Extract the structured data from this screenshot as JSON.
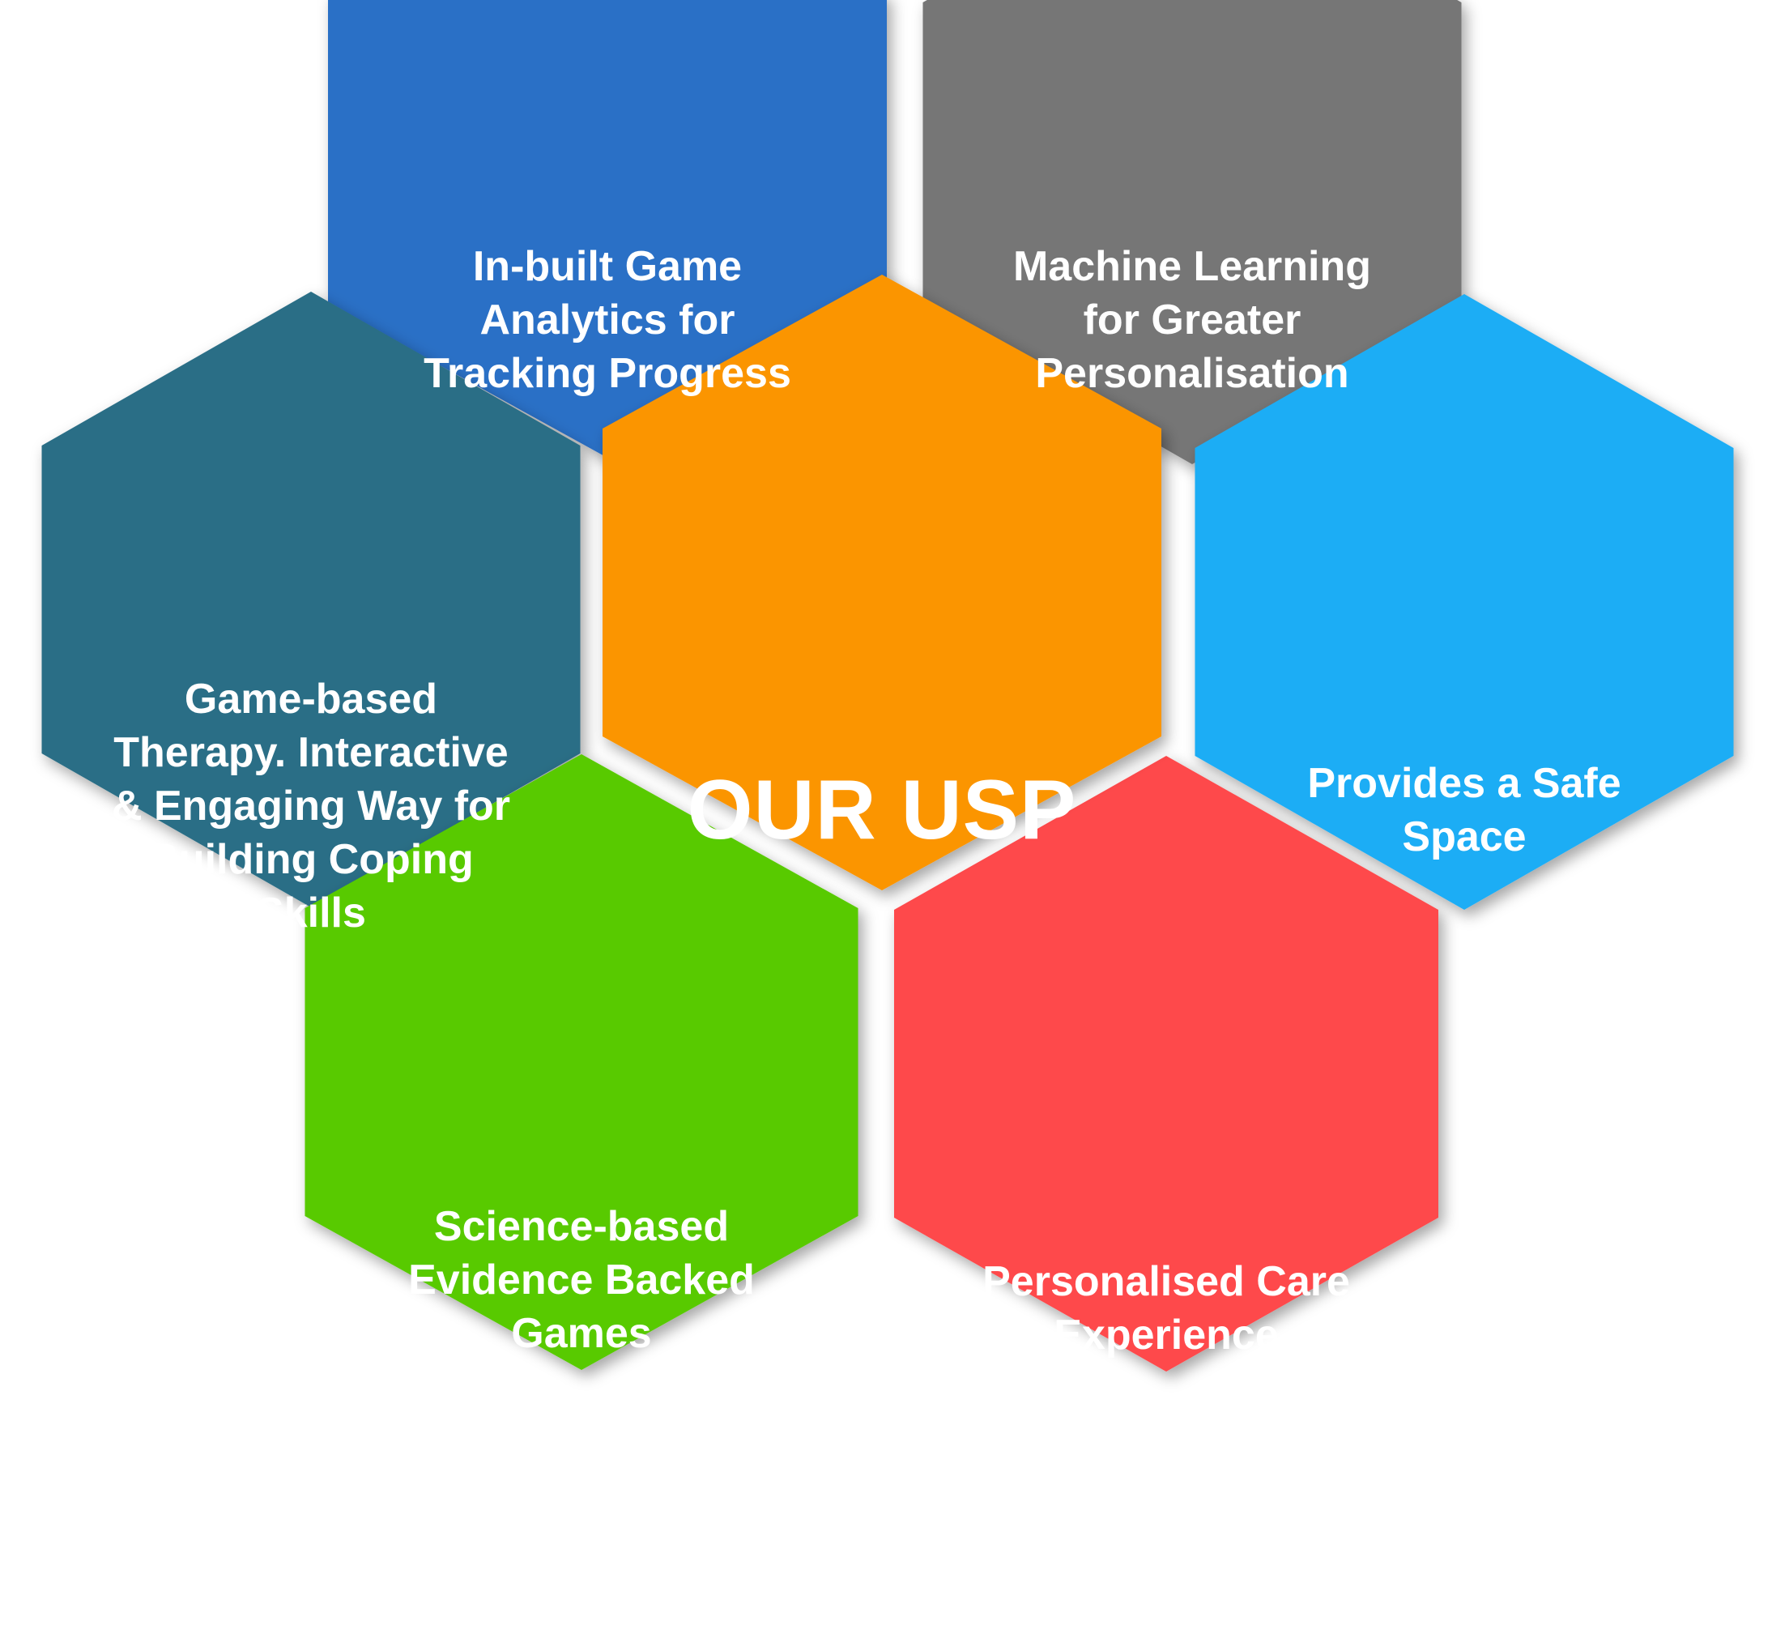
{
  "center": {
    "label": "OUR USP",
    "color": "#FB9503"
  },
  "hexagons": [
    {
      "id": "top-left",
      "text": "In-built Game\nAnalytics for\nTracking Progress",
      "color": "#2C6FC6"
    },
    {
      "id": "top-right",
      "text": "Machine Learning\nfor  Greater\nPersonalisation",
      "color": "#767676"
    },
    {
      "id": "middle-left",
      "text": "Game-based\nTherapy. Interactive\n& Engaging Way for\nBuilding Coping\nSkills",
      "color": "#2B6E86"
    },
    {
      "id": "middle-right",
      "text": "Provides a Safe\nSpace",
      "color": "#1FADF5"
    },
    {
      "id": "bottom-left",
      "text": "Science-based\nEvidence Backed\nGames",
      "color": "#58CA00"
    },
    {
      "id": "bottom-right",
      "text": "Personalised Care\nExperience",
      "color": "#FE4A4C"
    }
  ]
}
